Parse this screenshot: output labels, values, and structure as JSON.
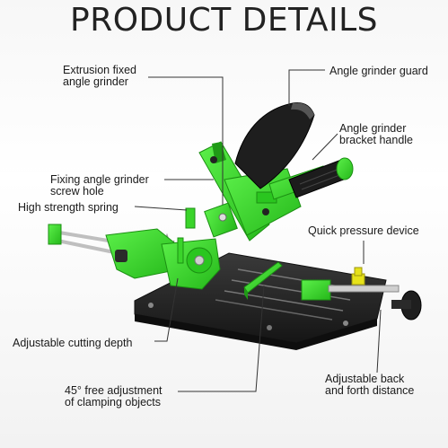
{
  "title": "PRODUCT DETAILS",
  "callouts": {
    "extrusion": {
      "line1": "Extrusion fixed",
      "line2": "angle grinder"
    },
    "guard": {
      "line1": "Angle grinder guard"
    },
    "handle": {
      "line1": "Angle grinder",
      "line2": "bracket handle"
    },
    "screw_hole": {
      "line1": "Fixing angle grinder",
      "line2": "screw hole"
    },
    "spring": {
      "line1": "High strength spring"
    },
    "quick_pressure": {
      "line1": "Quick pressure device"
    },
    "cutting_depth": {
      "line1": "Adjustable cutting depth"
    },
    "clamping": {
      "line1": "45° free adjustment",
      "line2": "of clamping objects"
    },
    "back_forth": {
      "line1": "Adjustable back",
      "line2": "and forth distance"
    }
  },
  "colors": {
    "accent": "#3fe02f",
    "accent_dark": "#23a81a",
    "base": "#2a2a2a",
    "guard": "#202020",
    "handle": "#1c1c1c",
    "clamp_yellow": "#e6e21a"
  }
}
